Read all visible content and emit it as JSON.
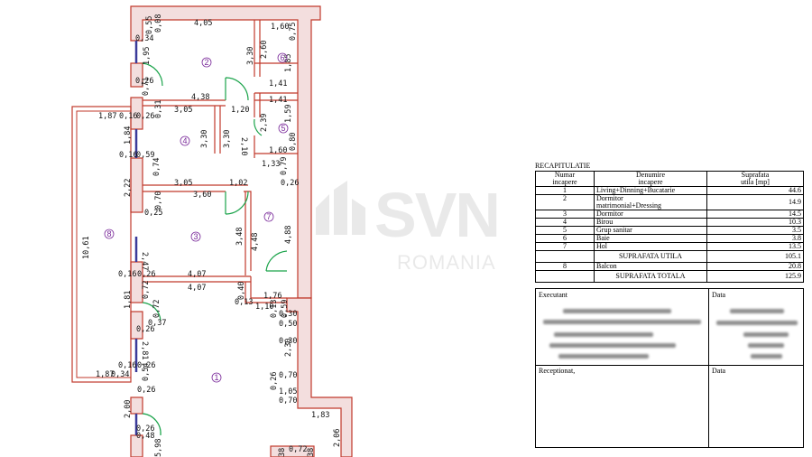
{
  "plan": {
    "dimensions": [
      "4,05",
      "0,08",
      "0,55",
      "0,34",
      "1,95",
      "1,60",
      "0,75",
      "2,60",
      "3,30",
      "1,85",
      "0,26",
      "0,71",
      "4,38",
      "1,41",
      "1,41",
      "1,20",
      "1,59",
      "2,39",
      "2,10",
      "3,05",
      "0,31",
      "1,87",
      "0,16",
      "0,26",
      "1,84",
      "3,30",
      "3,30",
      "0,16",
      "0,59",
      "0,74",
      "1,60",
      "0,80",
      "1,33",
      "0,79",
      "2,22",
      "3,05",
      "1,02",
      "0,26",
      "0,70",
      "3,60",
      "0,25",
      "10,61",
      "2,47",
      "3,48",
      "4,48",
      "4,88",
      "0,16",
      "0,26",
      "4,07",
      "4,07",
      "0,72",
      "1,81",
      "0,40",
      "0,13",
      "1,76",
      "1,10",
      "0,13",
      "0,59",
      "0,72",
      "0,37",
      "0,26",
      "0,30",
      "0,50",
      "0,30",
      "2,81",
      "2,30",
      "1,87",
      "0,34",
      "0,16",
      "0,26",
      "0,54",
      "0,26",
      "0,26",
      "0,70",
      "1,05",
      "0,70",
      "2,00",
      "1,83",
      "0,26",
      "0,48",
      "2,06",
      "5,98",
      "38",
      "0,72",
      "38"
    ],
    "room_numbers": [
      "1",
      "2",
      "3",
      "4",
      "5",
      "6",
      "7",
      "8"
    ]
  },
  "watermark": {
    "brand": "SVN",
    "sub": "ROMANIA"
  },
  "recap": {
    "title": "RECAPITULATIE",
    "headers": [
      "Numar\nincapere",
      "Denumire\nincapere",
      "Suprafata\nutila [mp]"
    ],
    "rows": [
      {
        "num": "1",
        "name": "Living+Dinning+Bucatarie",
        "area": "44.6"
      },
      {
        "num": "2",
        "name": "Dormitor\nmatrimonial+Dressing",
        "area": "14.9"
      },
      {
        "num": "3",
        "name": "Dormitor",
        "area": "14.5"
      },
      {
        "num": "4",
        "name": "Birou",
        "area": "10.3"
      },
      {
        "num": "5",
        "name": "Grup sanitar",
        "area": "3.5"
      },
      {
        "num": "6",
        "name": "Baie",
        "area": "3.8"
      },
      {
        "num": "7",
        "name": "Hol",
        "area": "13.5"
      }
    ],
    "useful_label": "SUPRAFATA UTILA",
    "useful_value": "105.1",
    "balcony": {
      "num": "8",
      "name": "Balcon",
      "area": "20.8"
    },
    "total_label": "SUPRAFATA TOTALA",
    "total_value": "125.9"
  },
  "signatures": {
    "executant_label": "Executant",
    "date_label": "Data",
    "receptionat_label": "Receptionat,",
    "date_label_2": "Data"
  }
}
